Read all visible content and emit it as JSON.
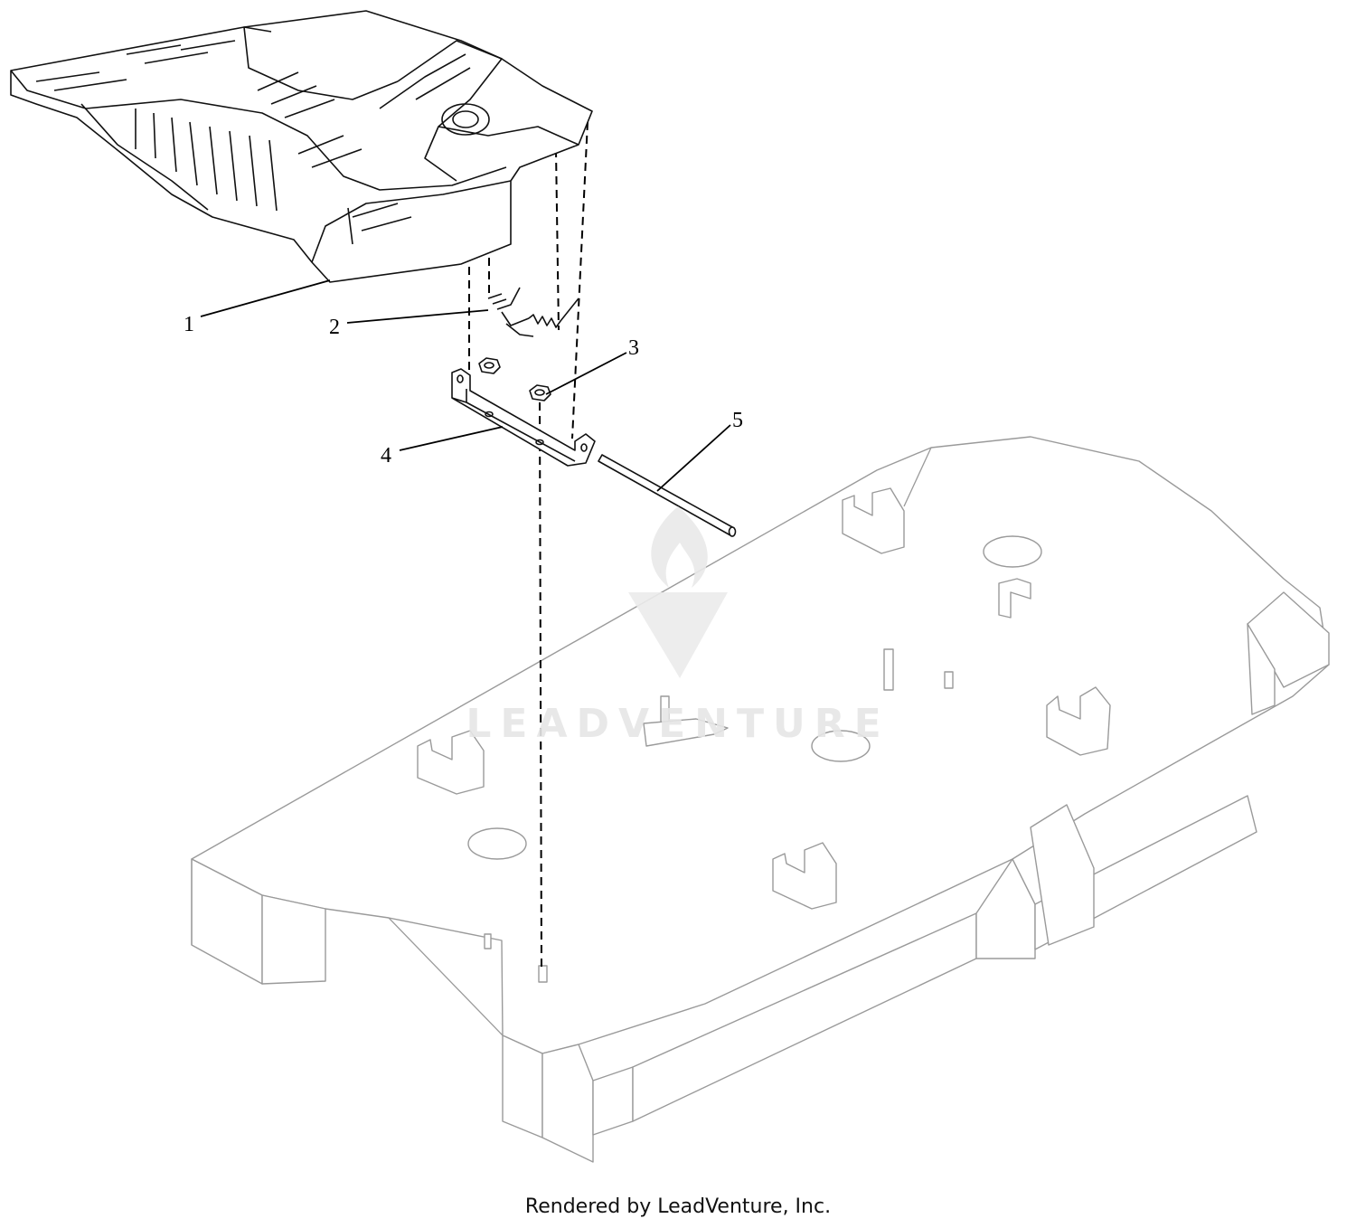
{
  "callouts": [
    {
      "id": "1",
      "label": "1"
    },
    {
      "id": "2",
      "label": "2"
    },
    {
      "id": "3",
      "label": "3"
    },
    {
      "id": "4",
      "label": "4"
    },
    {
      "id": "5",
      "label": "5"
    }
  ],
  "watermark": {
    "text": "LEADVENTURE"
  },
  "footer": {
    "text": "Rendered by LeadVenture, Inc."
  }
}
